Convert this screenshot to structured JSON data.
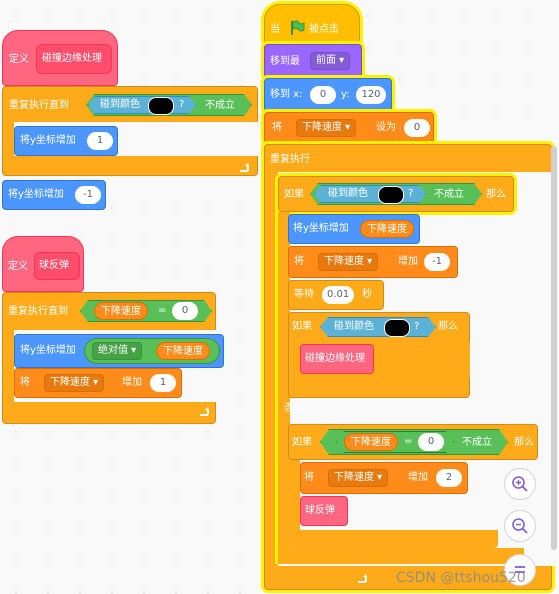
{
  "script1": {
    "define_label": "定义",
    "proc_name": "碰撞边缘处理",
    "repeat_until": "重复执行直到",
    "touching_color": "碰到颜色",
    "q": "?",
    "not_hold": "不成立",
    "change_y": "将y坐标增加",
    "change_y_val": "1",
    "change_y2": "将y坐标增加",
    "change_y2_val": "-1"
  },
  "script2": {
    "define_label": "定义",
    "proc_name": "球反弹",
    "repeat_until": "重复执行直到",
    "var": "下降速度",
    "eq": "=",
    "eq_val": "0",
    "change_y": "将y坐标增加",
    "abs": "绝对值",
    "abs_var": "下降速度",
    "jiang": "将",
    "var_drop": "下降速度",
    "add": "增加",
    "add_val": "1"
  },
  "script3": {
    "when": "当",
    "clicked": "被点击",
    "goto_layer": "移到最",
    "layer": "前面",
    "goto_x": "移到 x:",
    "x_val": "0",
    "y_label": "y:",
    "y_val": "120",
    "jiang": "将",
    "var_drop": "下降速度",
    "set_to": "设为",
    "set_val": "0",
    "forever": "重复执行",
    "if": "如果",
    "touching_color": "碰到颜色",
    "q": "?",
    "not_hold": "不成立",
    "then": "那么",
    "change_y": "将y坐标增加",
    "var": "下降速度",
    "jiang2": "将",
    "var_drop2": "下降速度",
    "add": "增加",
    "add_val": "-1",
    "wait": "等待",
    "wait_val": "0.01",
    "sec": "秒",
    "if2": "如果",
    "touching_color2": "碰到颜色",
    "q2": "?",
    "then2": "那么",
    "call1": "碰撞边缘处理",
    "else": "否则",
    "if3": "如果",
    "var3": "下降速度",
    "eq": "=",
    "eq_val": "0",
    "not_hold3": "不成立",
    "then3": "那么",
    "jiang3": "将",
    "var_drop3": "下降速度",
    "add3": "增加",
    "add3_val": "2",
    "call2": "球反弹"
  },
  "watermark": "CSDN @ttshou520",
  "colors": {
    "control": "#ffab19",
    "motion": "#4c97ff",
    "sensing": "#5cb1d6",
    "operators": "#59c059",
    "variables": "#ff8c1a",
    "events": "#ffbf00",
    "my_blocks": "#ff6680",
    "glow": "#fff200"
  },
  "icons": [
    "green-flag-icon",
    "loop-arrow-icon",
    "zoom-in-icon",
    "zoom-out-icon",
    "zoom-reset-icon"
  ]
}
